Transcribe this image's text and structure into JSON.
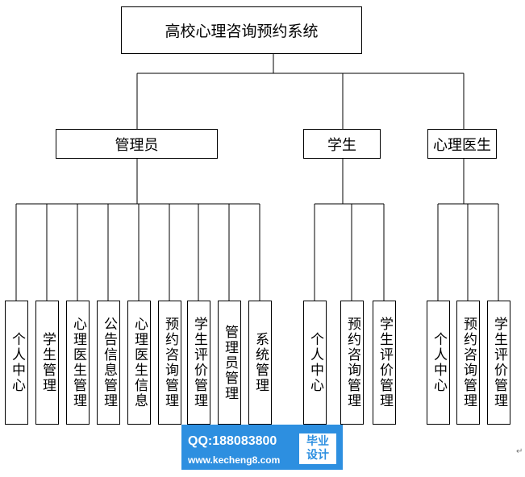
{
  "root": "高校心理咨询预约系统",
  "roles": {
    "admin": {
      "label": "管理员",
      "children": [
        "个人中心",
        "学生管理",
        "心理医生管理",
        "公告信息管理",
        "心理医生信息",
        "预约咨询管理",
        "学生评价管理",
        "管理员管理",
        "系统管理"
      ]
    },
    "student": {
      "label": "学生",
      "children": [
        "个人中心",
        "预约咨询管理",
        "学生评价管理"
      ]
    },
    "doctor": {
      "label": "心理医生",
      "children": [
        "个人中心",
        "预约咨询管理",
        "学生评价管理"
      ]
    }
  },
  "watermark": {
    "qq": "QQ:188083800",
    "url": "www.kecheng8.com",
    "badge_line1": "毕业",
    "badge_line2": "设计",
    "color": "#2d8fe0"
  }
}
